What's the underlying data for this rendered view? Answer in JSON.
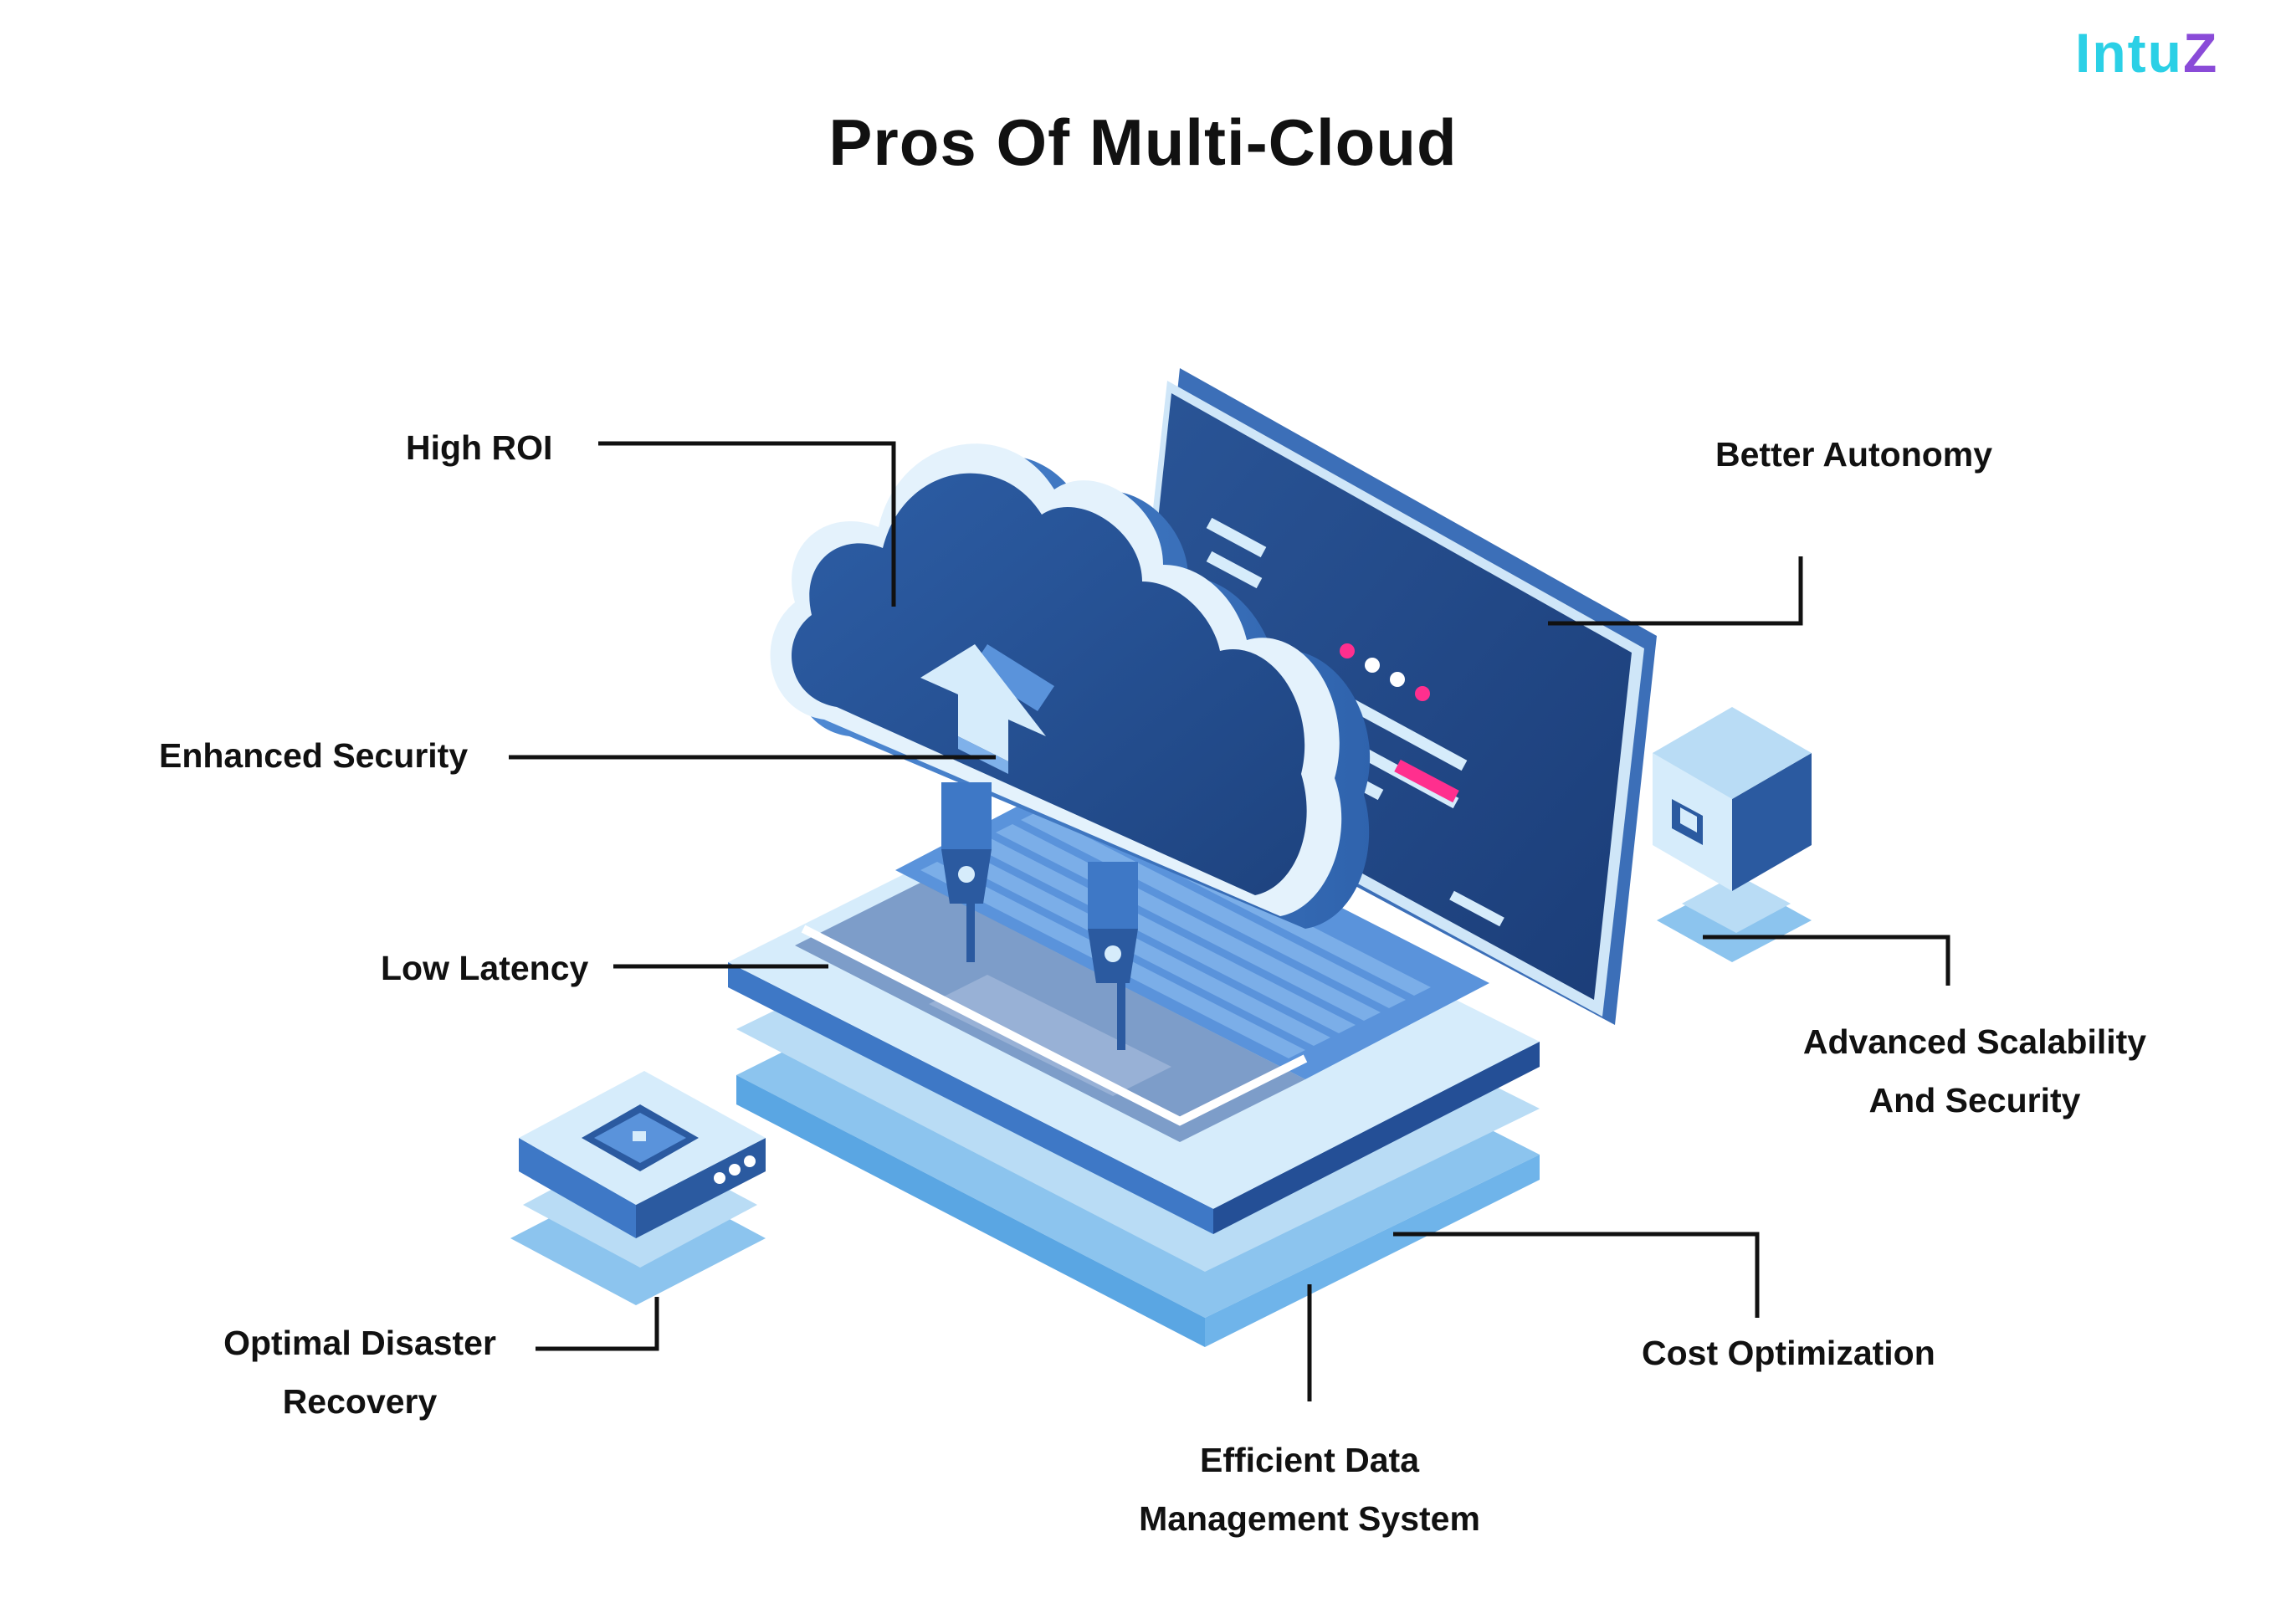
{
  "title": "Pros Of Multi-Cloud",
  "logo": {
    "part1": "Intu",
    "part2": "Z"
  },
  "labels": {
    "high_roi": "High ROI",
    "enhanced_security": "Enhanced Security",
    "low_latency": "Low Latency",
    "optimal_disaster_recovery": [
      "Optimal Disaster",
      "Recovery"
    ],
    "better_autonomy": "Better Autonomy",
    "advanced_scalability": [
      "Advanced Scalability",
      "And Security"
    ],
    "cost_optimization": "Cost Optimization",
    "efficient_data": [
      "Efficient Data",
      "Management System"
    ]
  },
  "colors": {
    "dark_navy": "#1d3f7a",
    "mid_blue": "#3e78c6",
    "light_blue": "#8cc4ee",
    "pale_blue": "#d6ecfb",
    "accent_pink": "#ff2f8e",
    "logo_cyan": "#2bd0e6",
    "logo_purple": "#8a4bd8",
    "connector": "#111111"
  },
  "icons": [
    "cloud-icon",
    "upload-arrow-icon",
    "laptop-icon",
    "server-box-icon",
    "cube-icon",
    "plug-icon"
  ]
}
